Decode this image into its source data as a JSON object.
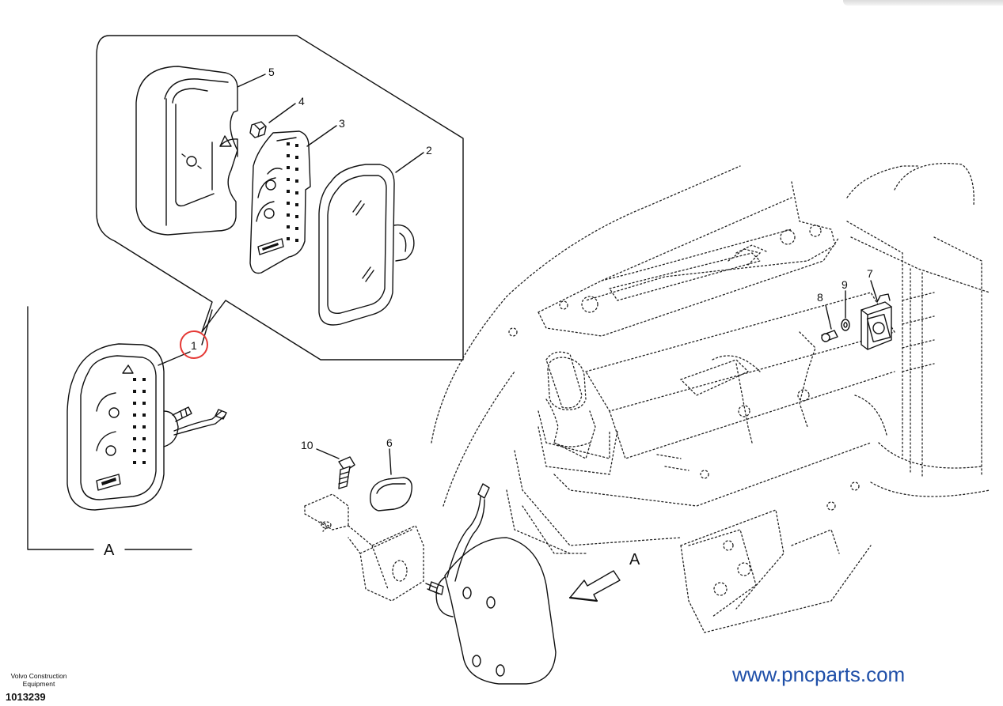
{
  "diagram": {
    "callouts": [
      "1",
      "2",
      "3",
      "4",
      "5",
      "6",
      "7",
      "8",
      "9",
      "10"
    ],
    "view_label": "A",
    "view_arrow_label": "A",
    "highlighted_callout": "1"
  },
  "footer": {
    "brand_line1": "Volvo Construction",
    "brand_line2": "Equipment",
    "drawing_number": "1013239",
    "website": "www.pncparts.com"
  },
  "colors": {
    "line": "#111111",
    "highlight": "#e53935",
    "watermark": "#1f4fa8"
  }
}
